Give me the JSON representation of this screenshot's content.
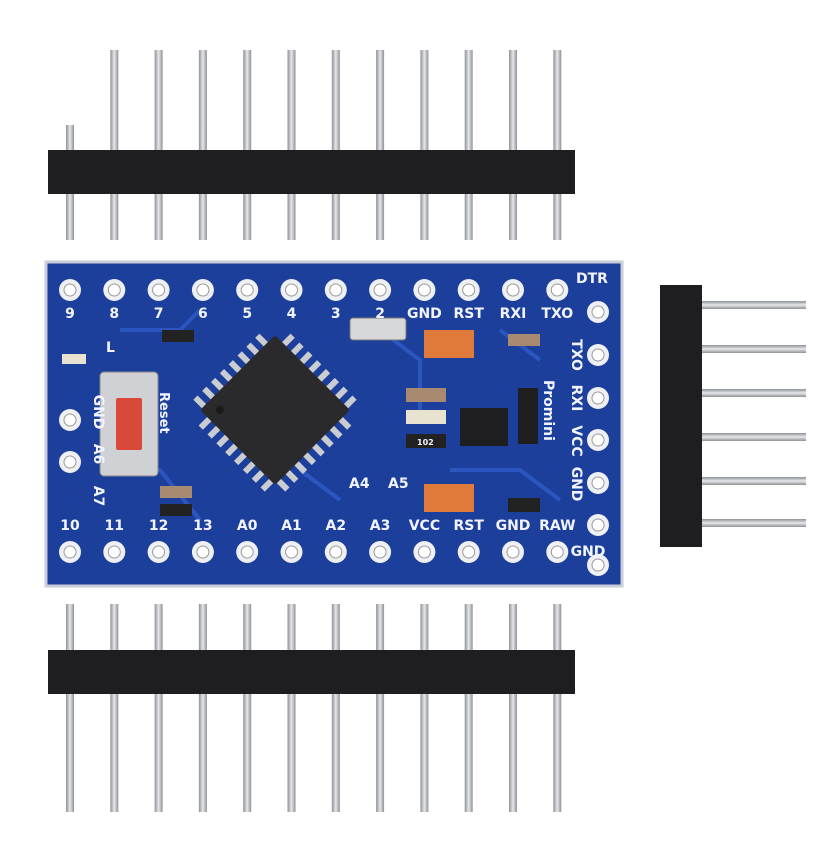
{
  "board": {
    "top_labels": [
      "9",
      "8",
      "7",
      "6",
      "5",
      "4",
      "3",
      "2",
      "GND",
      "RST",
      "RXI",
      "TXO"
    ],
    "corner_label": "DTR",
    "right_labels": [
      "TXO",
      "RXI",
      "VCC",
      "GND"
    ],
    "right_bottom_label": "GND",
    "bottom_labels": [
      "10",
      "11",
      "12",
      "13",
      "A0",
      "A1",
      "A2",
      "A3",
      "VCC",
      "RST",
      "GND",
      "RAW"
    ],
    "left_labels": [
      "GND",
      "A6",
      "A7"
    ],
    "mid_labels": [
      "A4",
      "A5"
    ],
    "reset_label": "Reset",
    "led_label": "L",
    "model_label": "Promini",
    "resistor_code": "102",
    "colors": {
      "pcb": "#1c3f9c",
      "pcb_trace": "#2450b8",
      "pin": "#b9bcc0",
      "header": "#1e1e20",
      "cap": "#e07a3a",
      "chip": "#2a2a2c",
      "button": "#d9493a"
    }
  }
}
